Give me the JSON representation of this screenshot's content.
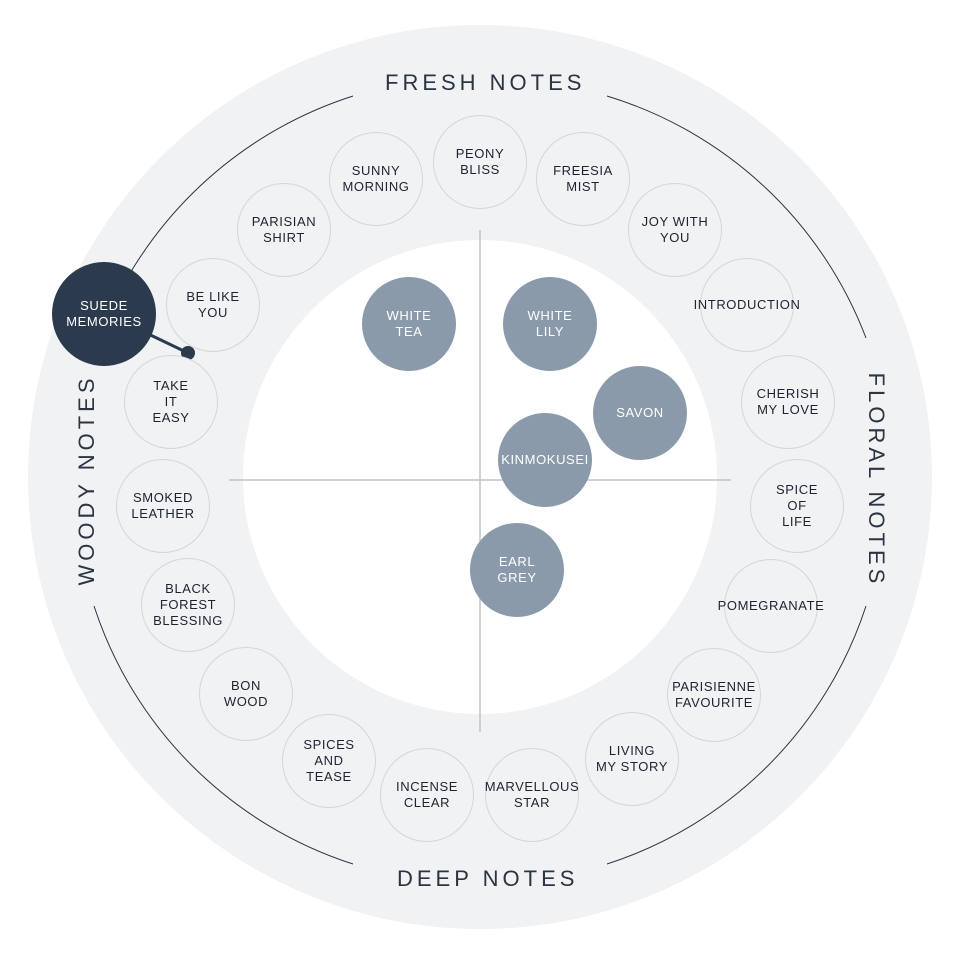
{
  "headings": {
    "fresh": "FRESH NOTES",
    "floral": "FLORAL NOTES",
    "deep": "DEEP NOTES",
    "woody": "WOODY NOTES"
  },
  "outer_scents": [
    "PEONY\nBLISS",
    "FREESIA\nMIST",
    "JOY WITH\nYOU",
    "INTRODUCTION",
    "CHERISH\nMY LOVE",
    "SPICE\nOF\nLIFE",
    "POMEGRANATE",
    "PARISIENNE\nFAVOURITE",
    "LIVING\nMY STORY",
    "MARVELLOUS\nSTAR",
    "INCENSE\nCLEAR",
    "SPICES\nAND\nTEASE",
    "BON\nWOOD",
    "BLACK\nFOREST\nBLESSING",
    "SMOKED\nLEATHER",
    "TAKE\nIT\nEASY",
    "BE LIKE\nYOU",
    "PARISIAN\nSHIRT",
    "SUNNY\nMORNING"
  ],
  "inner_scents": [
    "WHITE\nTEA",
    "WHITE\nLILY",
    "SAVON",
    "KINMOKUSEI",
    "EARL\nGREY"
  ],
  "selected_scent": "SUEDE\nMEMORIES",
  "colors": {
    "ring": "#f1f2f3",
    "inner_bubble": "#8a9aaa",
    "selected": "#2c3a4d",
    "text": "#1b2431"
  }
}
